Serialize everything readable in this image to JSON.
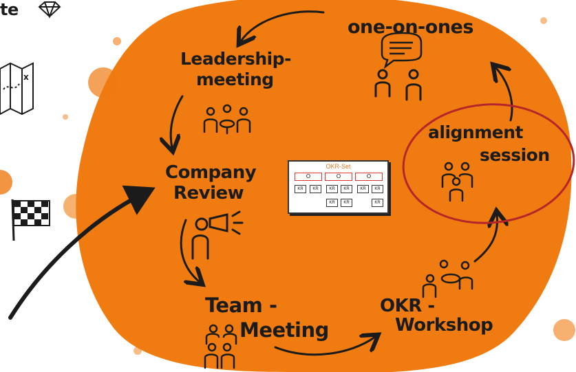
{
  "corner_fragment": "te",
  "nodes": {
    "one_on_ones": "one-on-ones",
    "leadership_line1": "Leadership-",
    "leadership_line2": "meeting",
    "company_line1": "Company",
    "company_line2": "Review",
    "team_line1": "Team -",
    "team_line2": "Meeting",
    "okr_line1": "OKR -",
    "okr_line2": "Workshop",
    "alignment_line1": "alignment",
    "alignment_line2": "session"
  },
  "okr_set": {
    "title": "OKR-Set",
    "objectives": [
      "O",
      "O",
      "O"
    ],
    "key_results_row1": [
      "KR",
      "KR",
      "KR",
      "KR",
      "KR",
      "KR"
    ],
    "key_results_row2": [
      "KR",
      "KR",
      "KR"
    ]
  },
  "colors": {
    "background": "#ffffff",
    "splash": "#f07b10",
    "ink": "#1b1b1b",
    "highlight_ring": "#b5252a"
  }
}
